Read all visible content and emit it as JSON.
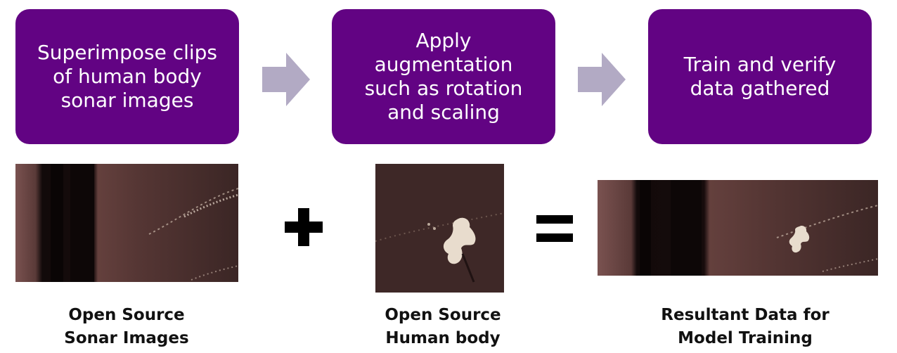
{
  "steps": [
    {
      "lines": [
        "Superimpose clips",
        "of human body",
        "sonar images"
      ]
    },
    {
      "lines": [
        "Apply",
        "augmentation",
        "such as rotation",
        "and scaling"
      ]
    },
    {
      "lines": [
        "Train and verify",
        "data gathered"
      ]
    }
  ],
  "operators": {
    "plus": "plus-sign",
    "equals": "equals-sign"
  },
  "captions": [
    {
      "lines": [
        "Open Source",
        "Sonar Images"
      ]
    },
    {
      "lines": [
        "Open Source",
        "Human body"
      ]
    },
    {
      "lines": [
        "Resultant Data for",
        "Model Training"
      ]
    }
  ],
  "colors": {
    "step_box": "#620383",
    "step_text": "#ffffff",
    "arrow": "#b2aac4",
    "operator": "#000000",
    "caption_text": "#111111"
  }
}
